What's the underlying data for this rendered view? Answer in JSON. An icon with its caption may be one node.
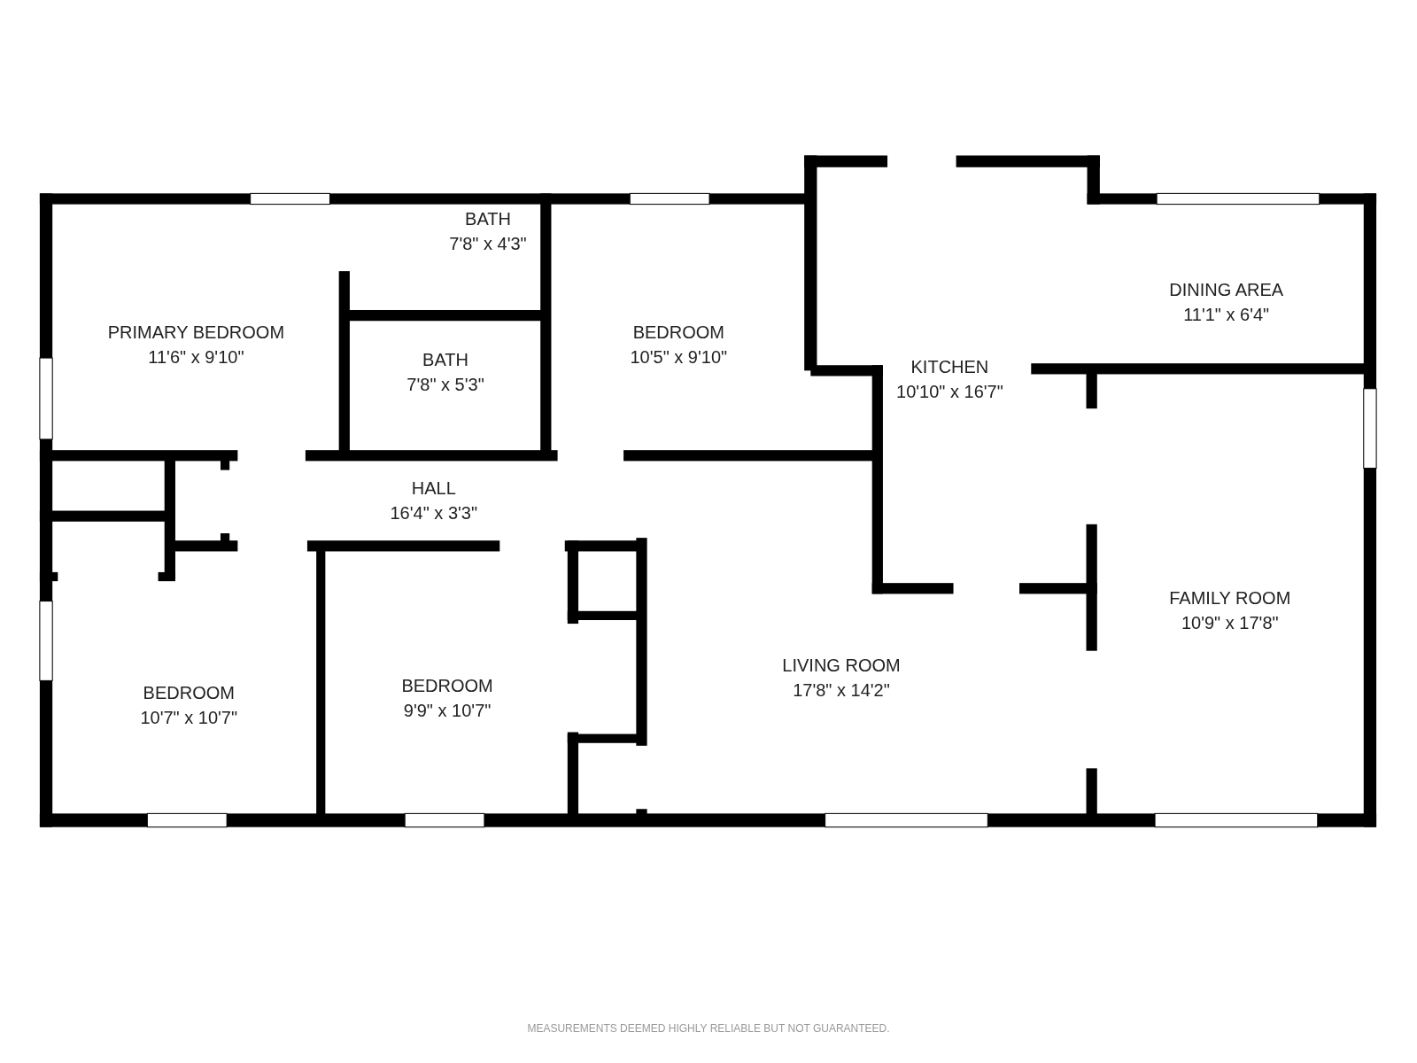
{
  "diagram": {
    "nodes": [
      {
        "text": [
          "PRIMARY BEDROOM",
          "11'6\" x 9'10\""
        ]
      },
      {
        "text": [
          "BATH",
          "7'8\" x 4'3\""
        ]
      },
      {
        "text": [
          "BATH",
          "7'8\" x 5'3\""
        ]
      },
      {
        "text": [
          "BEDROOM",
          "10'5\" x 9'10\""
        ]
      },
      {
        "text": [
          "KITCHEN",
          "10'10\" x 16'7\""
        ]
      },
      {
        "text": [
          "DINING AREA",
          "11'1\" x 6'4\""
        ]
      },
      {
        "text": [
          "HALL",
          "16'4\" x 3'3\""
        ]
      },
      {
        "text": [
          "FAMILY ROOM",
          "10'9\" x 17'8\""
        ]
      },
      {
        "text": [
          "BEDROOM",
          "10'7\" x 10'7\""
        ]
      },
      {
        "text": [
          "BEDROOM",
          "9'9\" x 10'7\""
        ]
      },
      {
        "text": [
          "LIVING ROOM",
          "17'8\" x 14'2\""
        ]
      }
    ],
    "labels": [
      "MEASUREMENTS DEEMED HIGHLY RELIABLE BUT NOT GUARANTEED."
    ]
  }
}
